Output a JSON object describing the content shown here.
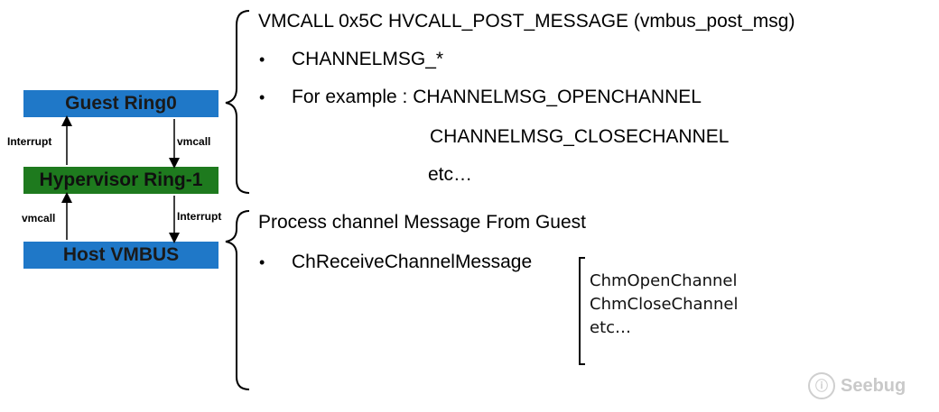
{
  "stack": {
    "guest": "Guest Ring0",
    "hypervisor": "Hypervisor Ring-1",
    "host": "Host VMBUS",
    "upper_left_label": "Interrupt",
    "upper_right_label": "vmcall",
    "lower_left_label": "vmcall",
    "lower_right_label": "Interrupt"
  },
  "upper_section": {
    "title": "VMCALL 0x5C HVCALL_POST_MESSAGE (vmbus_post_msg)",
    "bullet1": "CHANNELMSG_*",
    "bullet2_prefix": "For example : CHANNELMSG_OPENCHANNEL",
    "line3": "CHANNELMSG_CLOSECHANNEL",
    "line4": "etc…"
  },
  "lower_section": {
    "title": "Process channel Message From Guest",
    "bullet1": "ChReceiveChannelMessage",
    "list": [
      "ChmOpenChannel",
      "ChmCloseChannel",
      "etc…"
    ]
  },
  "bullet_char": "•",
  "watermark": {
    "text": "Seebug"
  },
  "colors": {
    "box_blue": "#1f78c8",
    "box_green": "#1e7a1e"
  }
}
